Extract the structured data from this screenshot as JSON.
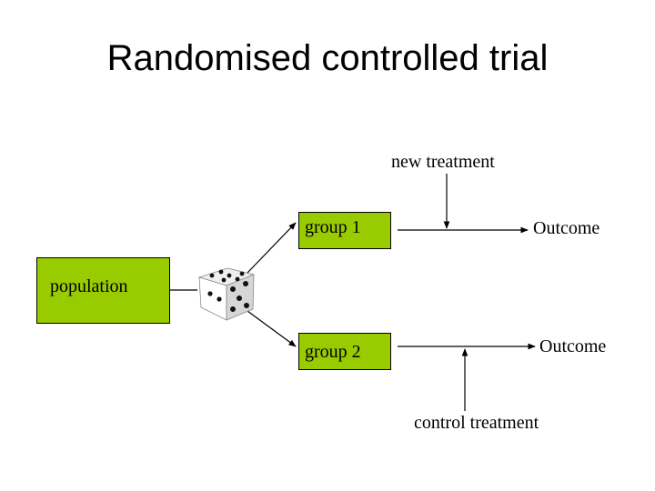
{
  "title": "Randomised controlled trial",
  "nodes": {
    "population": "population",
    "group1": "group 1",
    "group2": "group 2",
    "outcome1": "Outcome",
    "outcome2": "Outcome",
    "new_treatment": "new treatment",
    "control_treatment": "control treatment"
  },
  "colors": {
    "box_fill": "#99cc00",
    "line": "#000000"
  },
  "icons": {
    "randomiser": "dice-icon"
  }
}
